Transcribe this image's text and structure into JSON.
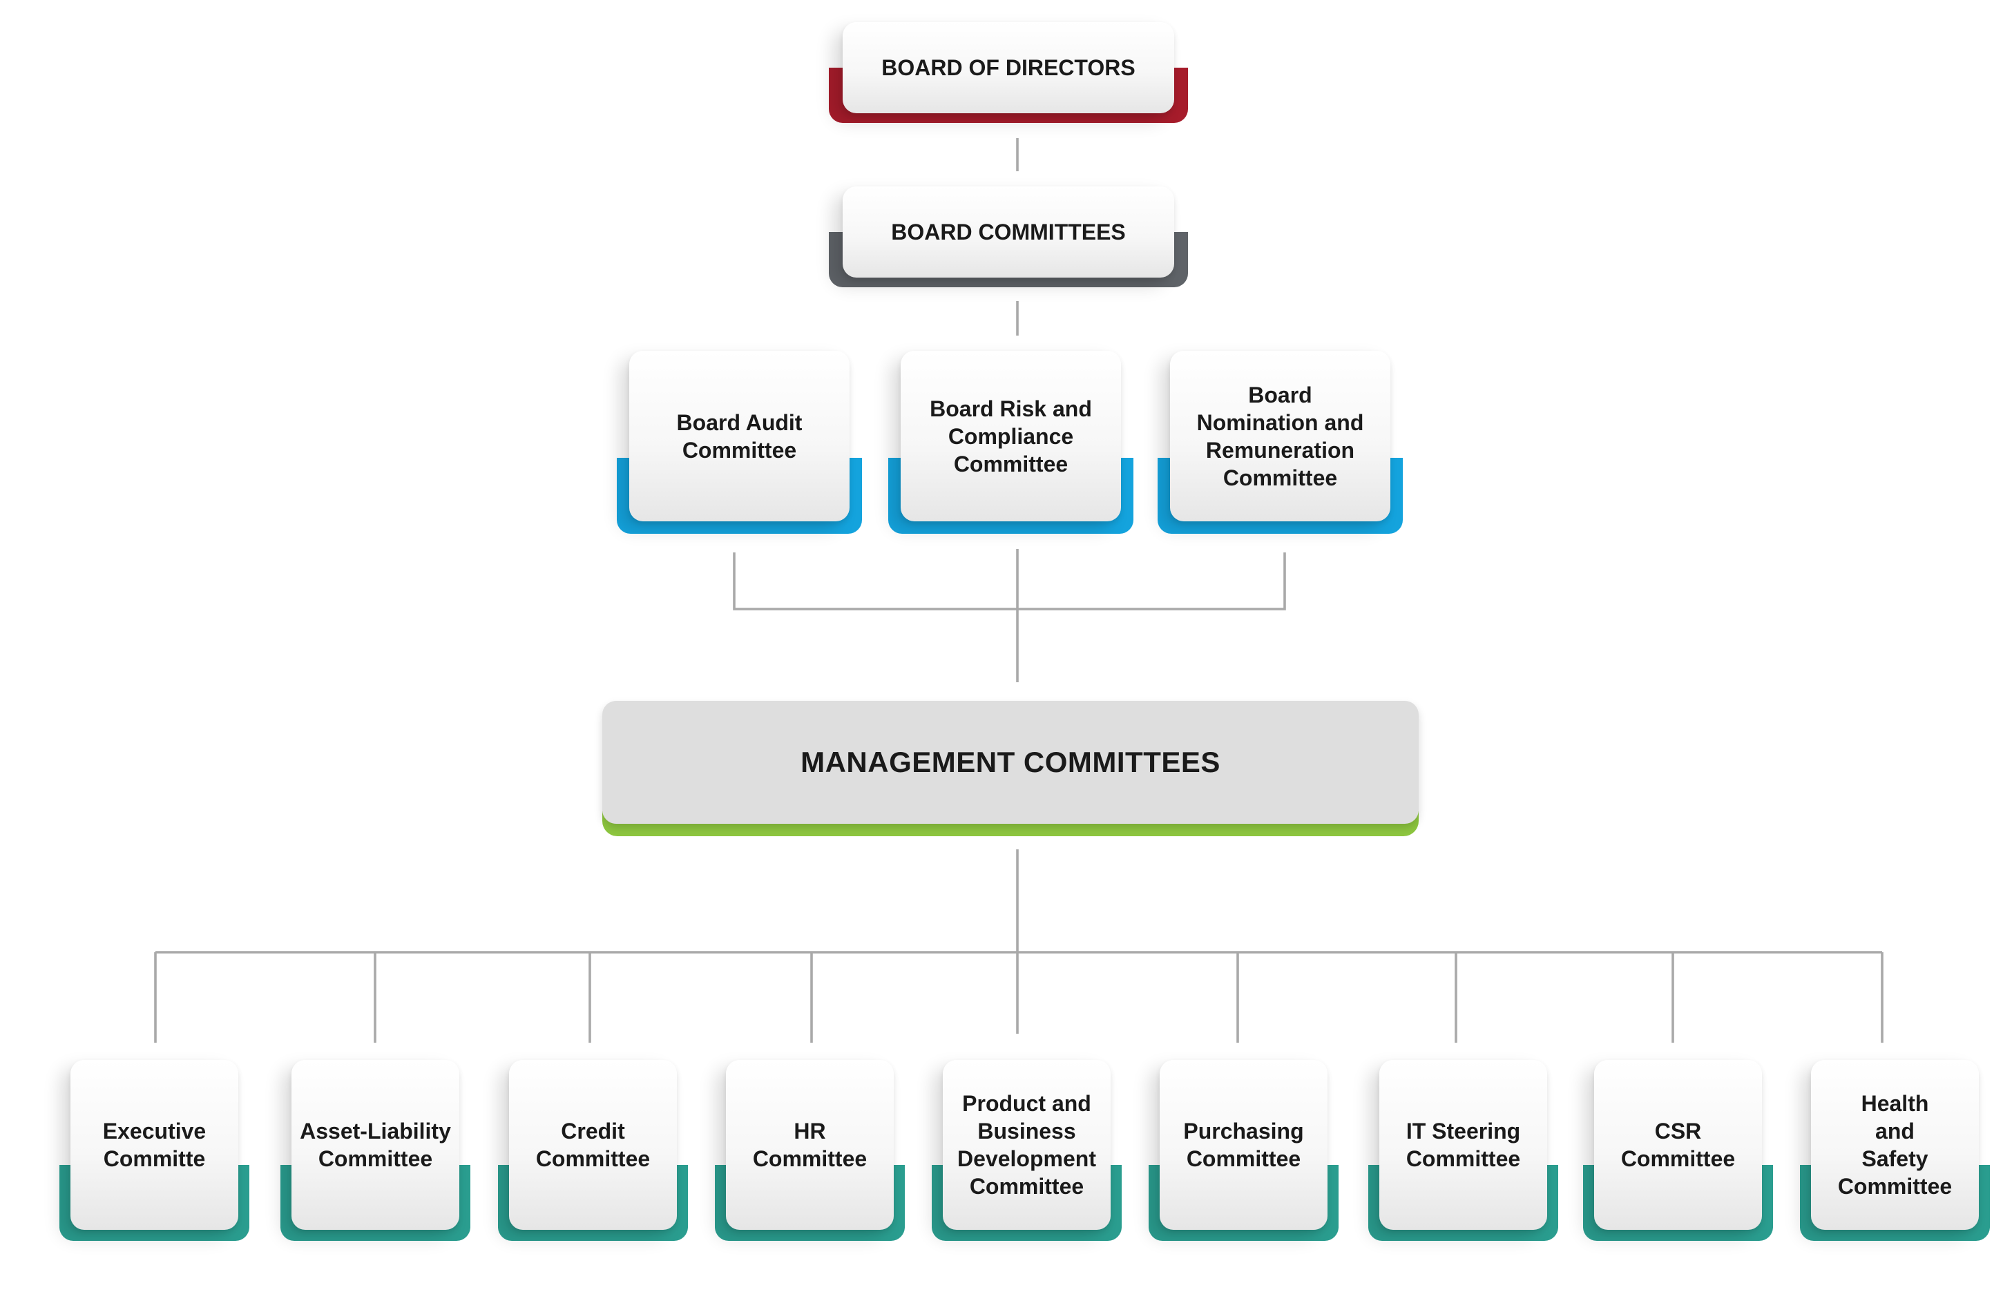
{
  "colors": {
    "board_accent": "#a61c2b",
    "board_committees_accent": "#5f6368",
    "board_level_committee_accent": "#14a3dd",
    "management_accent": "#8dc63f",
    "management_level_committee_accent": "#2a9d8f",
    "connector": "#a9a9a9"
  },
  "board": {
    "label": "BOARD OF DIRECTORS"
  },
  "board_committees": {
    "label": "BOARD COMMITTEES",
    "items": [
      {
        "label": "Board Audit\nCommittee"
      },
      {
        "label": "Board Risk and\nCompliance\nCommittee"
      },
      {
        "label": "Board\nNomination and\nRemuneration\nCommittee"
      }
    ]
  },
  "management_committees": {
    "label": "MANAGEMENT COMMITTEES",
    "items": [
      {
        "label": "Executive\nCommitte"
      },
      {
        "label": "Asset-Liability\nCommittee"
      },
      {
        "label": "Credit\nCommittee"
      },
      {
        "label": "HR\nCommittee"
      },
      {
        "label": "Product and\nBusiness\nDevelopment\nCommittee"
      },
      {
        "label": "Purchasing\nCommittee"
      },
      {
        "label": "IT Steering\nCommittee"
      },
      {
        "label": "CSR\nCommittee"
      },
      {
        "label": "Health\nand\nSafety\nCommittee"
      }
    ]
  }
}
